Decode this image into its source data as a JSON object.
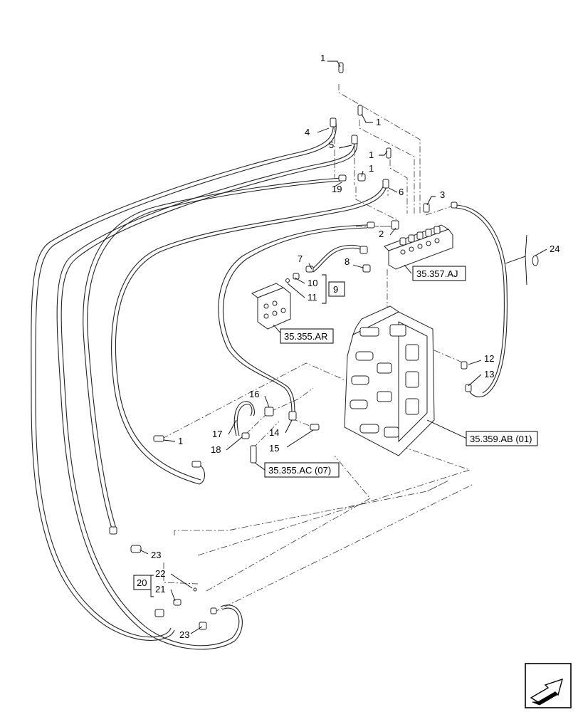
{
  "callouts": {
    "c1a": "1",
    "c1b": "1",
    "c1c": "1",
    "c1d": "1",
    "c1e": "1",
    "c2": "2",
    "c3": "3",
    "c4": "4",
    "c5": "5",
    "c6": "6",
    "c7": "7",
    "c8": "8",
    "c10": "10",
    "c11": "11",
    "c12": "12",
    "c13": "13",
    "c14": "14",
    "c15": "15",
    "c16": "16",
    "c17": "17",
    "c18": "18",
    "c19": "19",
    "c21": "21",
    "c22": "22",
    "c23a": "23",
    "c23b": "23",
    "c24": "24"
  },
  "kits": {
    "k9": "9",
    "k20": "20"
  },
  "references": {
    "r_357_aj": "35.357.AJ",
    "r_355_ar": "35.355.AR",
    "r_359_ab": "35.359.AB (01)",
    "r_355_ac": "35.355.AC (07)"
  },
  "icons": {
    "orientation": "arrow-direction-icon"
  }
}
